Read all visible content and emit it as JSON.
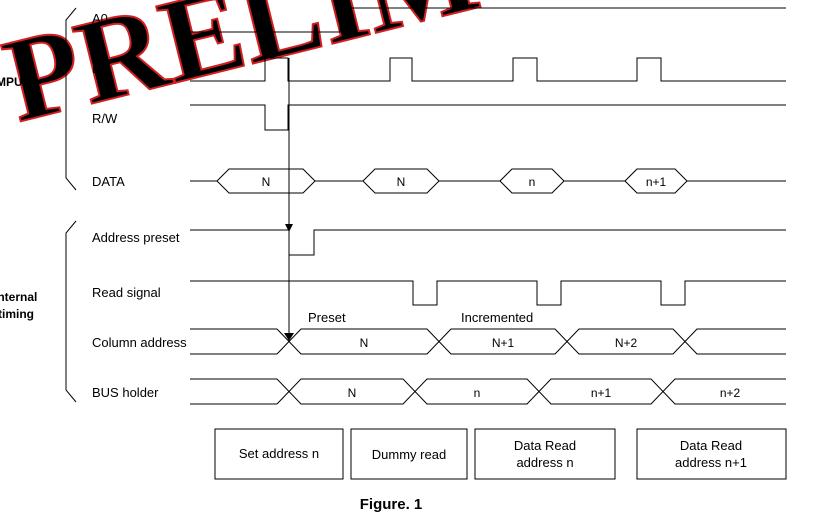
{
  "watermark": "PRELIM",
  "groups": {
    "mpu": "MPU",
    "internal_line1": "Internal",
    "internal_line2": "timing"
  },
  "signals": {
    "a0": "A0",
    "e": "E",
    "rw": "R/W",
    "data": "DATA",
    "address_preset": "Address preset",
    "read_signal": "Read signal",
    "column_address": "Column address",
    "bus_holder": "BUS holder"
  },
  "data_values": [
    "N",
    "N",
    "n",
    "n+1"
  ],
  "column_values": [
    "N",
    "N+1",
    "N+2"
  ],
  "bus_values": [
    "N",
    "n",
    "n+1",
    "n+2"
  ],
  "annotations": {
    "preset": "Preset",
    "incremented": "Incremented"
  },
  "steps": [
    {
      "line1": "Set address n",
      "line2": ""
    },
    {
      "line1": "Dummy read",
      "line2": ""
    },
    {
      "line1": "Data Read",
      "line2": "address n"
    },
    {
      "line1": "Data Read",
      "line2": "address n+1"
    }
  ],
  "caption": "Figure. 1",
  "colors": {
    "line": "#000000",
    "watermark_fill": "#f2a3a3",
    "watermark_stroke": "#d21f1f"
  }
}
